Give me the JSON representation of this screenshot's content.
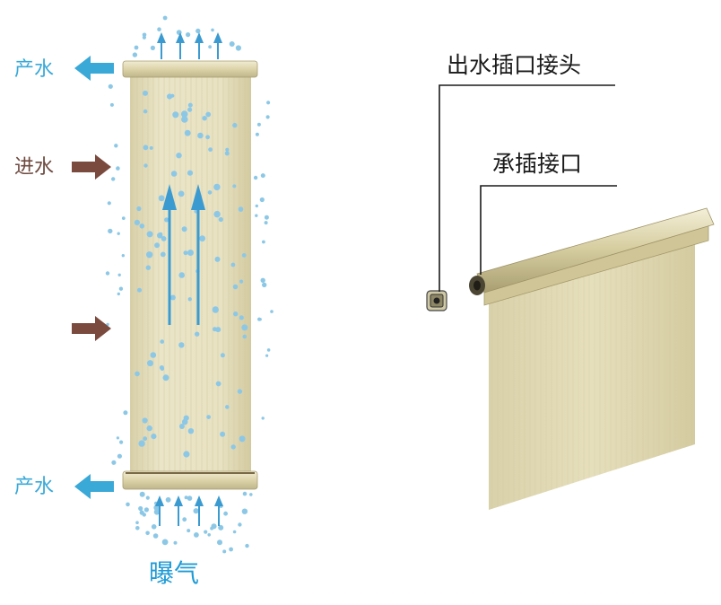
{
  "left_diagram": {
    "product_water_top": "产水",
    "inlet_water": "进水",
    "product_water_bottom": "产水",
    "aeration": "曝气"
  },
  "right_diagram": {
    "outlet_connector": "出水插口接头",
    "socket_joint": "承插接口"
  },
  "colors": {
    "product_water": "#3aa9d8",
    "inlet_water": "#6e4a40",
    "aeration": "#1f9bd6",
    "bubbles": "#8cc8e6",
    "membrane": "#e3ddba",
    "leader_lines": "#1a1a1a"
  },
  "icons": [
    "arrow-left-icon",
    "arrow-right-icon",
    "arrow-up-icon",
    "bubble-icon",
    "connector-icon"
  ]
}
